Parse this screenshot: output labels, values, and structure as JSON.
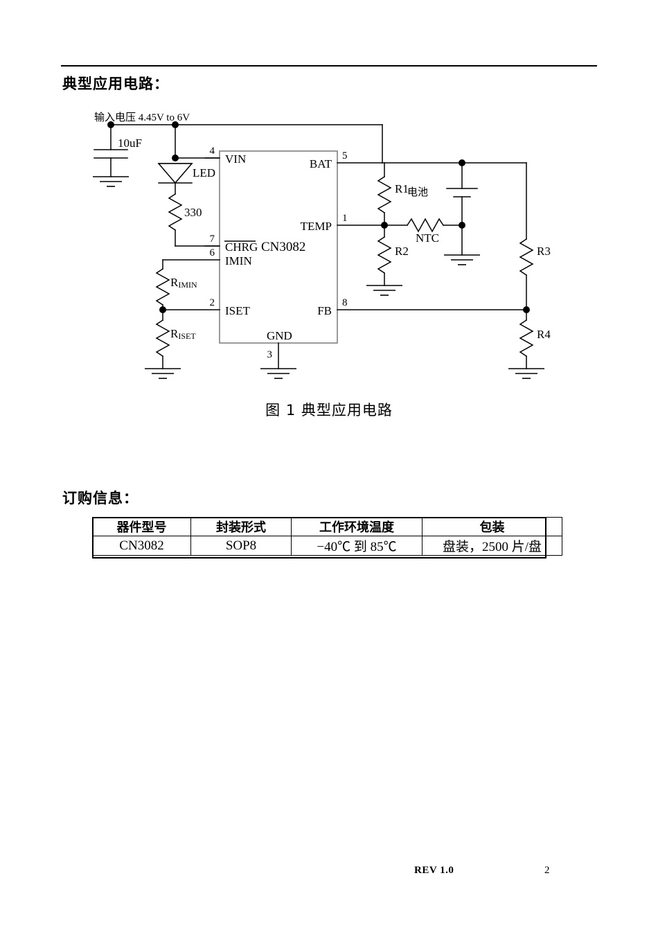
{
  "document": {
    "heading_circuit": "典型应用电路：",
    "heading_order": "订购信息："
  },
  "figure": {
    "caption": "图 1   典型应用电路",
    "supply_label": "输入电压  4.45V to 6V",
    "cap_label": "10uF",
    "led_label": "LED",
    "led_resistor": "330",
    "chip_name": "CN3082",
    "battery_label": "电池",
    "ntc_label": "NTC",
    "resistors": {
      "r_imin": "R",
      "r_imin_sub": "IMIN",
      "r_iset": "R",
      "r_iset_sub": "ISET",
      "r1": "R1",
      "r2": "R2",
      "r3": "R3",
      "r4": "R4"
    },
    "pins": {
      "vin": {
        "name": "VIN",
        "number": "4"
      },
      "chrg": {
        "name": "CHRG",
        "number": "7"
      },
      "imin": {
        "name": "IMIN",
        "number": "6"
      },
      "iset": {
        "name": "ISET",
        "number": "2"
      },
      "gnd": {
        "name": "GND",
        "number": "3"
      },
      "bat": {
        "name": "BAT",
        "number": "5"
      },
      "temp": {
        "name": "TEMP",
        "number": "1"
      },
      "fb": {
        "name": "FB",
        "number": "8"
      }
    }
  },
  "order_table": {
    "headers": [
      "器件型号",
      "封装形式",
      "工作环境温度",
      "包装"
    ],
    "rows": [
      [
        "CN3082",
        "SOP8",
        "−40℃ 到 85℃",
        "盘装，2500 片/盘"
      ]
    ]
  },
  "footer": {
    "revision": "REV 1.0",
    "page_number": "2"
  }
}
